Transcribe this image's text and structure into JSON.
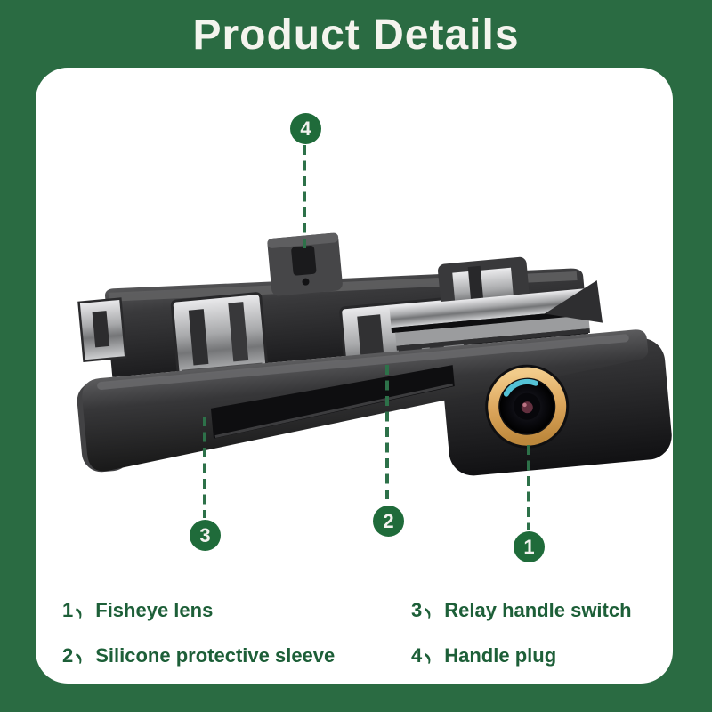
{
  "header": {
    "title": "Product Details"
  },
  "callouts": [
    {
      "num": "1",
      "label": "Fisheye lens"
    },
    {
      "num": "2",
      "label": "Silicone protective sleeve"
    },
    {
      "num": "3",
      "label": "Relay handle switch"
    },
    {
      "num": "4",
      "label": "Handle plug"
    }
  ],
  "legend": {
    "separator": "、"
  },
  "product_image": {
    "subject": "car trunk handle rear-view camera"
  },
  "colors": {
    "background_green": "#2a6b42",
    "badge_green": "#1f6b3a",
    "text_green": "#1d5f38",
    "leader_dash_green": "#2d7149",
    "title_color": "#f4f4ee",
    "card_white": "#ffffff",
    "lens_gold": "#dca65c"
  }
}
